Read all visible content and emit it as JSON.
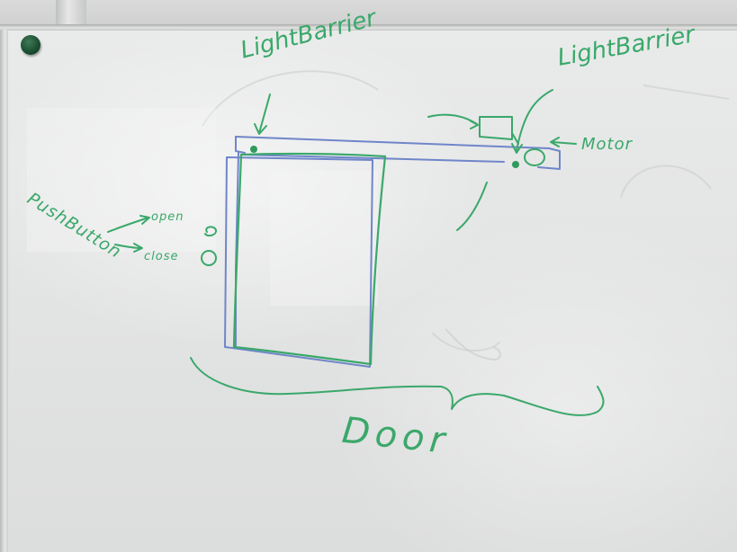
{
  "scene": {
    "description_kind": "whiteboard-photo"
  },
  "whiteboard": {
    "labels": {
      "light_barrier_left": "LightBarrier",
      "light_barrier_right": "LightBarrier",
      "motor": "Motor",
      "push_button": "PushButton",
      "open": "open",
      "close": "close",
      "door": "Door"
    }
  },
  "colors": {
    "marker_green": "#3aa86a",
    "marker_blue": "#6f86c9",
    "board": "#e6e7e7",
    "magnet": "#1d5a36"
  }
}
